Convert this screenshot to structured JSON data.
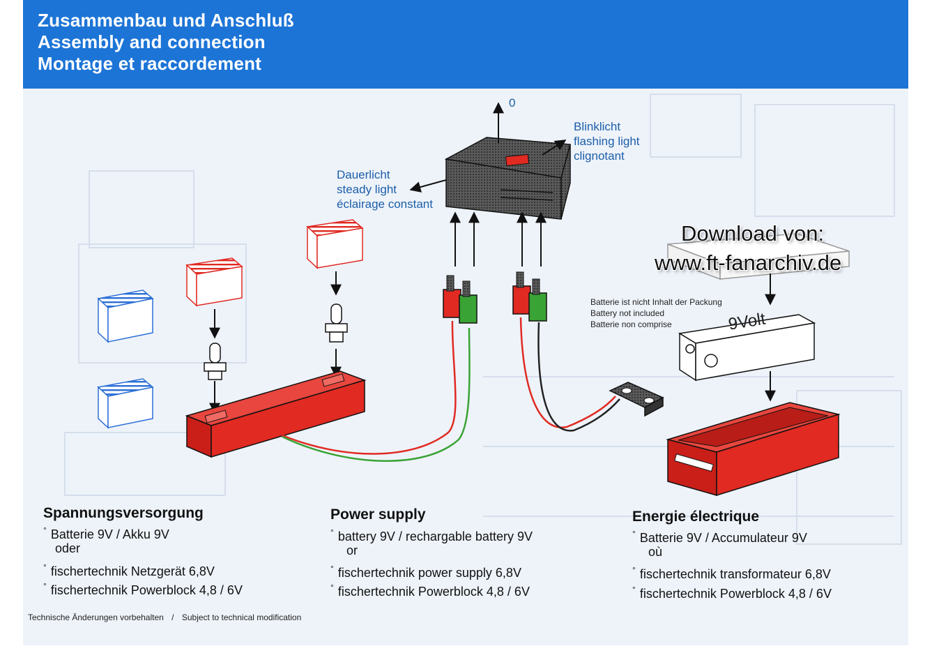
{
  "header": {
    "title_de": "Zusammenbau und Anschluß",
    "title_en": "Assembly and connection",
    "title_fr": "Montage et raccordement"
  },
  "diagram": {
    "upward_label": "0",
    "steady_light": [
      "Dauerlicht",
      "steady light",
      "éclairage constant"
    ],
    "flashing_light": [
      "Blinklicht",
      "flashing light",
      "clignotant"
    ],
    "battery_note": [
      "Batterie ist nicht Inhalt der Packung",
      "Battery not included",
      "Batterie non comprise"
    ],
    "battery_label": "9Volt",
    "watermark": [
      "Download von:",
      "www.ft-fanarchiv.de"
    ]
  },
  "columns": [
    {
      "title": "Spannungsversorgung",
      "items": [
        "Batterie 9V / Akku 9V",
        "oder",
        "fischertechnik Netzgerät 6,8V",
        "fischertechnik Powerblock 4,8 / 6V"
      ]
    },
    {
      "title": "Power supply",
      "items": [
        "battery 9V / rechargable battery 9V",
        "or",
        "fischertechnik power supply 6,8V",
        "fischertechnik Powerblock 4,8 / 6V"
      ]
    },
    {
      "title": "Energie électrique",
      "items": [
        "Batterie 9V / Accumulateur 9V",
        "où",
        "fischertechnik transformateur 6,8V",
        "fischertechnik Powerblock 4,8 / 6V"
      ]
    }
  ],
  "footnote": {
    "de": "Technische Änderungen vorbehalten",
    "sep": "/",
    "en": "Subject to technical modification"
  },
  "colors": {
    "header_blue": "#1c74d6",
    "label_blue": "#1c5ea8",
    "part_red": "#e02a22",
    "plug_green": "#3aa335",
    "cap_blue": "#2b6fd6"
  }
}
